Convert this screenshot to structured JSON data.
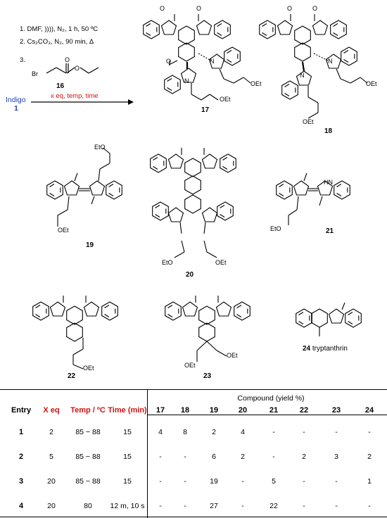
{
  "scheme": {
    "reaction_conditions": [
      "1. DMF, )))), N₂, 1 h, 50 ºC",
      "2. Cs₂CO₃, N₂, 90 min, Δ",
      "3."
    ],
    "reagent_label": "16",
    "reagent_atoms": {
      "br": "Br",
      "o": "O",
      "o2": "O"
    },
    "start_name": "Indigo",
    "start_number": "1",
    "arrow_condition": "x eq, temp, time",
    "compounds": {
      "c17": "17",
      "c18": "18",
      "c19": "19",
      "c20": "20",
      "c21": "21",
      "c22": "22",
      "c23": "23",
      "c24": "24",
      "c24_name": "tryptanthrin"
    },
    "atom_labels": {
      "o": "O",
      "n": "N",
      "nh": "HN",
      "oet": "OEt",
      "eto": "EtO"
    }
  },
  "table": {
    "group_header": "Compound (yield %)",
    "headers": {
      "entry": "Entry",
      "x_eq": "X eq",
      "temp": "Temp / ºC",
      "time": "Time (min)",
      "compounds": [
        "17",
        "18",
        "19",
        "20",
        "21",
        "22",
        "23",
        "24"
      ]
    },
    "rows": [
      {
        "entry": "1",
        "x_eq": "2",
        "temp": "85 − 88",
        "time": "15",
        "yields": [
          "4",
          "8",
          "2",
          "4",
          "-",
          "-",
          "-",
          "-"
        ]
      },
      {
        "entry": "2",
        "x_eq": "5",
        "temp": "85 − 88",
        "time": "15",
        "yields": [
          "-",
          "-",
          "6",
          "2",
          "-",
          "2",
          "3",
          "2"
        ]
      },
      {
        "entry": "3",
        "x_eq": "20",
        "temp": "85 − 88",
        "time": "15",
        "yields": [
          "-",
          "-",
          "19",
          "-",
          "5",
          "-",
          "-",
          "1"
        ]
      },
      {
        "entry": "4",
        "x_eq": "20",
        "temp": "80",
        "time": "12 m, 10 s",
        "yields": [
          "-",
          "-",
          "27",
          "-",
          "22",
          "-",
          "-",
          "-"
        ]
      }
    ]
  }
}
